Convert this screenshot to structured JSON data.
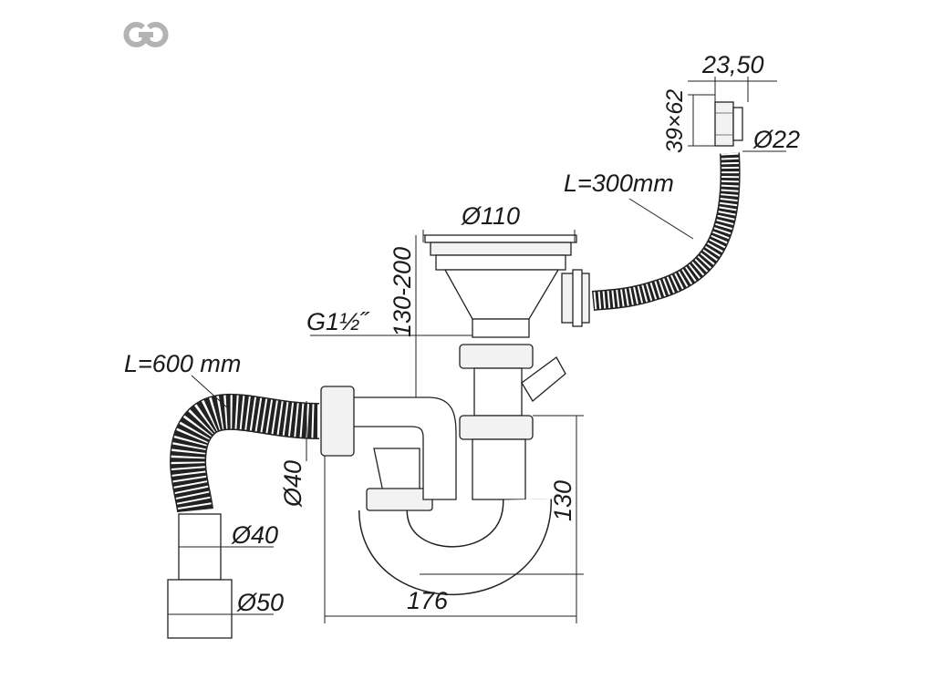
{
  "logo": {
    "icon": "chain-link-logo-icon",
    "color": "#b3b3b3"
  },
  "diagram": {
    "labels": {
      "width_top": "23,50",
      "size_top": "39×62",
      "diameter_overflow": "Ø22",
      "hose_overflow_length": "L=300mm",
      "diameter_strainer": "Ø110",
      "height_range": "130-200",
      "thread": "G1½˝",
      "hose_outlet_length": "L=600 mm",
      "diameter_trap_outlet": "Ø40",
      "diameter_pipe_40": "Ø40",
      "diameter_pipe_50": "Ø50",
      "trap_height": "130",
      "trap_width": "176"
    }
  }
}
